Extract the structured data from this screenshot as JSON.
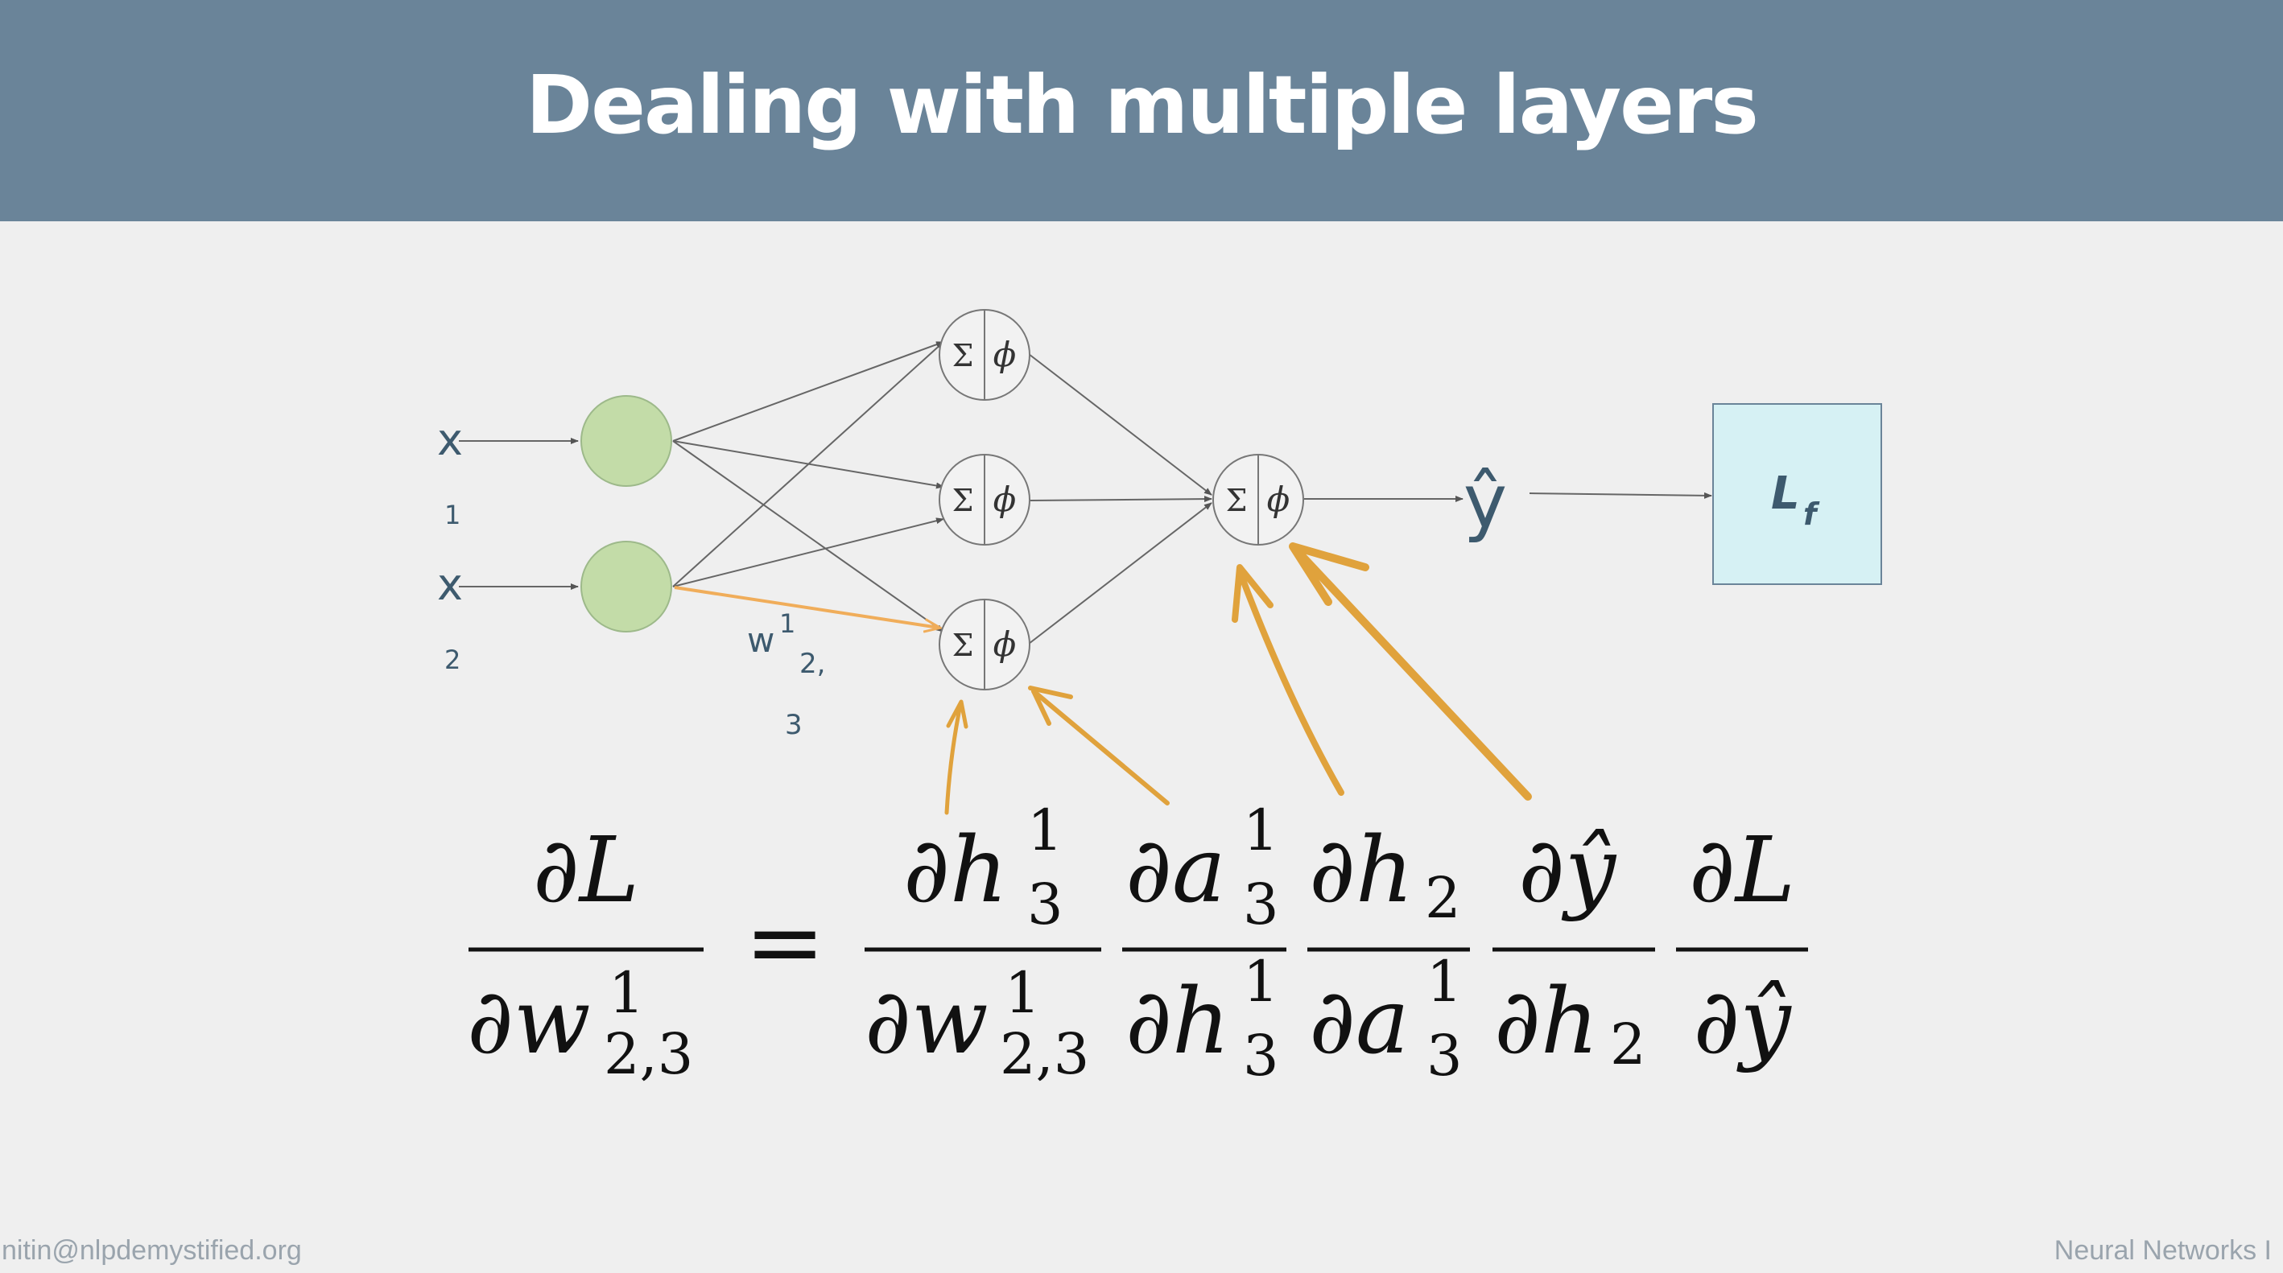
{
  "title": "Dealing with multiple layers",
  "footer": {
    "email": "nitin@nlpdemystified.org",
    "course": "Neural Networks I"
  },
  "diagram": {
    "inputs": [
      {
        "letter": "x",
        "index": "1"
      },
      {
        "letter": "x",
        "index": "2"
      }
    ],
    "neuron_sum_symbol": "Σ",
    "neuron_activation_symbol": "ϕ",
    "weight_label": {
      "letter": "w",
      "sup": "1",
      "sub_a": "2,",
      "sub_b": "3"
    },
    "output_label": "ŷ",
    "loss_label": {
      "letter": "L",
      "sub": "f"
    },
    "colors": {
      "input_node": "#c3dca8",
      "loss_box": "#d6f1f4",
      "highlight_arrow": "#e0a23c",
      "label_text": "#3d5a6e"
    }
  },
  "equation": {
    "lhs": {
      "num": "∂L",
      "den": "∂w",
      "den_sup": "1",
      "den_sub": "2,3"
    },
    "equals": "=",
    "factors": [
      {
        "num": "∂h",
        "num_sup": "1",
        "num_sub": "3",
        "den": "∂w",
        "den_sup": "1",
        "den_sub": "2,3"
      },
      {
        "num": "∂a",
        "num_sup": "1",
        "num_sub": "3",
        "den": "∂h",
        "den_sup": "1",
        "den_sub": "3"
      },
      {
        "num": "∂h",
        "num_sup": "",
        "num_sub": "2",
        "den": "∂a",
        "den_sup": "1",
        "den_sub": "3"
      },
      {
        "num": "∂ŷ",
        "num_sup": "",
        "num_sub": "",
        "den": "∂h",
        "den_sup": "",
        "den_sub": "2"
      },
      {
        "num": "∂L",
        "num_sup": "",
        "num_sub": "",
        "den": "∂ŷ",
        "den_sup": "",
        "den_sub": ""
      }
    ]
  }
}
